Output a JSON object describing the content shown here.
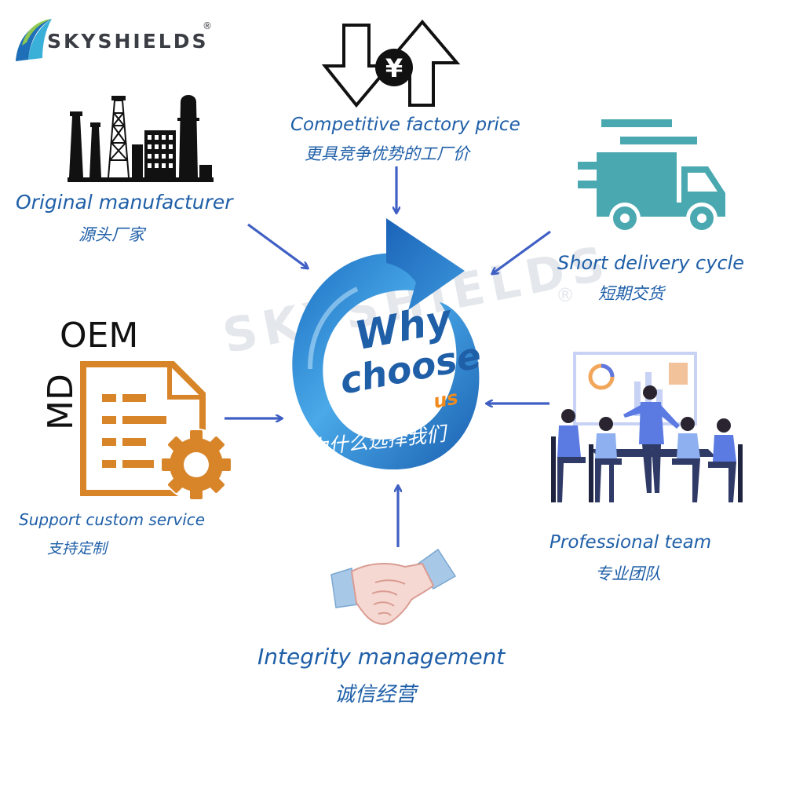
{
  "logo": {
    "brand": "SKYSHIELDS",
    "reg_mark": "®"
  },
  "watermark": {
    "text": "SKYSHIELDS",
    "reg_mark": "®"
  },
  "center": {
    "why": "Why",
    "choose": "choose",
    "us": "us",
    "zh": "为什么选择我们"
  },
  "features": {
    "price": {
      "en": "Competitive factory price",
      "zh": "更具竞争优势的工厂价",
      "icon": "yen-exchange-icon"
    },
    "manufacturer": {
      "en": "Original manufacturer",
      "zh": "源头厂家",
      "icon": "factory-icon"
    },
    "delivery": {
      "en": "Short delivery cycle",
      "zh": "短期交货",
      "icon": "delivery-truck-icon"
    },
    "custom": {
      "en": "Support custom service",
      "zh": "支持定制",
      "icon": "document-gear-icon",
      "label_oem": "OEM",
      "label_md": "MD"
    },
    "team": {
      "en": "Professional team",
      "zh": "专业团队",
      "icon": "team-meeting-icon"
    },
    "integrity": {
      "en": "Integrity management",
      "zh": "诚信经营",
      "icon": "handshake-icon"
    }
  },
  "colors": {
    "caption_blue": "#1f5fa8",
    "arrow_blue": "#3f5fc4",
    "truck_teal": "#4aa8b0",
    "doc_orange": "#d8852a",
    "us_orange": "#f08a1c"
  }
}
